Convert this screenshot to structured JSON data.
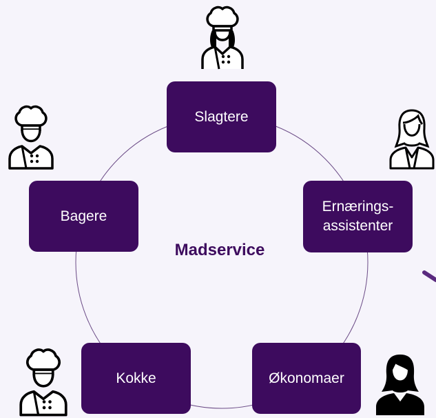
{
  "diagram": {
    "center_label": "Madservice",
    "nodes": [
      {
        "id": "slagtere",
        "label": "Slagtere",
        "icon": "female-chef-icon"
      },
      {
        "id": "ernaering",
        "label": "Ernærings-\nassistenter",
        "icon": "woman-icon"
      },
      {
        "id": "okonomaer",
        "label": "Økonomaer",
        "icon": "businesswoman-icon"
      },
      {
        "id": "kokke",
        "label": "Kokke",
        "icon": "chef-icon"
      },
      {
        "id": "bagere",
        "label": "Bagere",
        "icon": "chef-icon"
      }
    ]
  },
  "colors": {
    "node_fill": "#3d0b5e",
    "node_text": "#ffffff",
    "center_text": "#3d0b5e",
    "ring": "#6b4b86",
    "background": "#f6f4fb"
  }
}
